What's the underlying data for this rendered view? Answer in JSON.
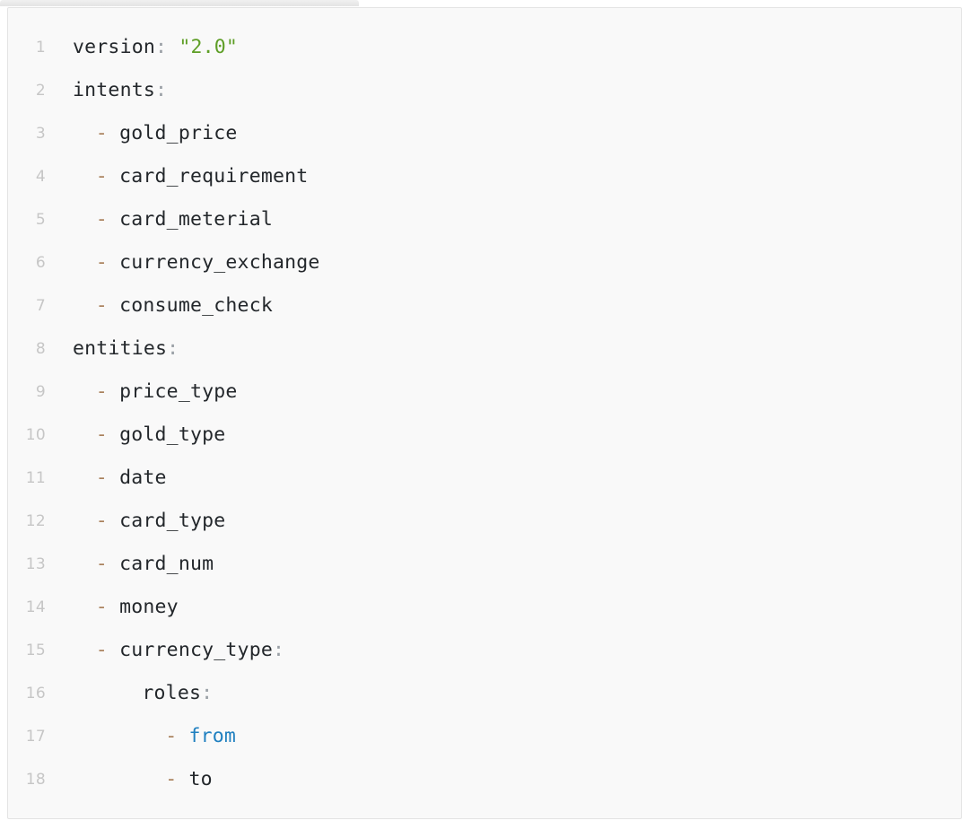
{
  "window": {
    "tab_strip_present": true
  },
  "editor": {
    "language": "yaml",
    "first_line_number": 1,
    "last_line_number": 18,
    "background_color": "#f9f9f9",
    "border_color": "#e3e3e3",
    "gutter_color": "#c6c6c6"
  },
  "colors": {
    "key": "#23272b",
    "colon": "#9aa0a6",
    "dash": "#a9815c",
    "string": "#5e9e26",
    "keyword": "#2080c0",
    "plain": "#23272b",
    "line_number": "#c6c6c6"
  },
  "code": {
    "lines": [
      {
        "number": "1",
        "indent": 0,
        "tokens": [
          {
            "t": "version",
            "c": "key"
          },
          {
            "t": ":",
            "c": "colon"
          },
          {
            "t": " ",
            "c": "space"
          },
          {
            "t": "\"2.0\"",
            "c": "str"
          }
        ]
      },
      {
        "number": "2",
        "indent": 0,
        "tokens": [
          {
            "t": "intents",
            "c": "key"
          },
          {
            "t": ":",
            "c": "colon"
          }
        ]
      },
      {
        "number": "3",
        "indent": 2,
        "tokens": [
          {
            "t": "-",
            "c": "dash"
          },
          {
            "t": " ",
            "c": "space"
          },
          {
            "t": "gold_price",
            "c": "plain"
          }
        ]
      },
      {
        "number": "4",
        "indent": 2,
        "tokens": [
          {
            "t": "-",
            "c": "dash"
          },
          {
            "t": " ",
            "c": "space"
          },
          {
            "t": "card_requirement",
            "c": "plain"
          }
        ]
      },
      {
        "number": "5",
        "indent": 2,
        "tokens": [
          {
            "t": "-",
            "c": "dash"
          },
          {
            "t": " ",
            "c": "space"
          },
          {
            "t": "card_meterial",
            "c": "plain"
          }
        ]
      },
      {
        "number": "6",
        "indent": 2,
        "tokens": [
          {
            "t": "-",
            "c": "dash"
          },
          {
            "t": " ",
            "c": "space"
          },
          {
            "t": "currency_exchange",
            "c": "plain"
          }
        ]
      },
      {
        "number": "7",
        "indent": 2,
        "tokens": [
          {
            "t": "-",
            "c": "dash"
          },
          {
            "t": " ",
            "c": "space"
          },
          {
            "t": "consume_check",
            "c": "plain"
          }
        ]
      },
      {
        "number": "8",
        "indent": 0,
        "tokens": [
          {
            "t": "entities",
            "c": "key"
          },
          {
            "t": ":",
            "c": "colon"
          }
        ]
      },
      {
        "number": "9",
        "indent": 2,
        "tokens": [
          {
            "t": "-",
            "c": "dash"
          },
          {
            "t": " ",
            "c": "space"
          },
          {
            "t": "price_type",
            "c": "plain"
          }
        ]
      },
      {
        "number": "10",
        "indent": 2,
        "tokens": [
          {
            "t": "-",
            "c": "dash"
          },
          {
            "t": " ",
            "c": "space"
          },
          {
            "t": "gold_type",
            "c": "plain"
          }
        ]
      },
      {
        "number": "11",
        "indent": 2,
        "tokens": [
          {
            "t": "-",
            "c": "dash"
          },
          {
            "t": " ",
            "c": "space"
          },
          {
            "t": "date",
            "c": "plain"
          }
        ]
      },
      {
        "number": "12",
        "indent": 2,
        "tokens": [
          {
            "t": "-",
            "c": "dash"
          },
          {
            "t": " ",
            "c": "space"
          },
          {
            "t": "card_type",
            "c": "plain"
          }
        ]
      },
      {
        "number": "13",
        "indent": 2,
        "tokens": [
          {
            "t": "-",
            "c": "dash"
          },
          {
            "t": " ",
            "c": "space"
          },
          {
            "t": "card_num",
            "c": "plain"
          }
        ]
      },
      {
        "number": "14",
        "indent": 2,
        "tokens": [
          {
            "t": "-",
            "c": "dash"
          },
          {
            "t": " ",
            "c": "space"
          },
          {
            "t": "money",
            "c": "plain"
          }
        ]
      },
      {
        "number": "15",
        "indent": 2,
        "tokens": [
          {
            "t": "-",
            "c": "dash"
          },
          {
            "t": " ",
            "c": "space"
          },
          {
            "t": "currency_type",
            "c": "key"
          },
          {
            "t": ":",
            "c": "colon"
          }
        ]
      },
      {
        "number": "16",
        "indent": 6,
        "tokens": [
          {
            "t": "roles",
            "c": "key"
          },
          {
            "t": ":",
            "c": "colon"
          }
        ]
      },
      {
        "number": "17",
        "indent": 8,
        "tokens": [
          {
            "t": "-",
            "c": "dash"
          },
          {
            "t": " ",
            "c": "space"
          },
          {
            "t": "from",
            "c": "kw"
          }
        ]
      },
      {
        "number": "18",
        "indent": 8,
        "tokens": [
          {
            "t": "-",
            "c": "dash"
          },
          {
            "t": " ",
            "c": "space"
          },
          {
            "t": "to",
            "c": "plain"
          }
        ]
      }
    ]
  }
}
